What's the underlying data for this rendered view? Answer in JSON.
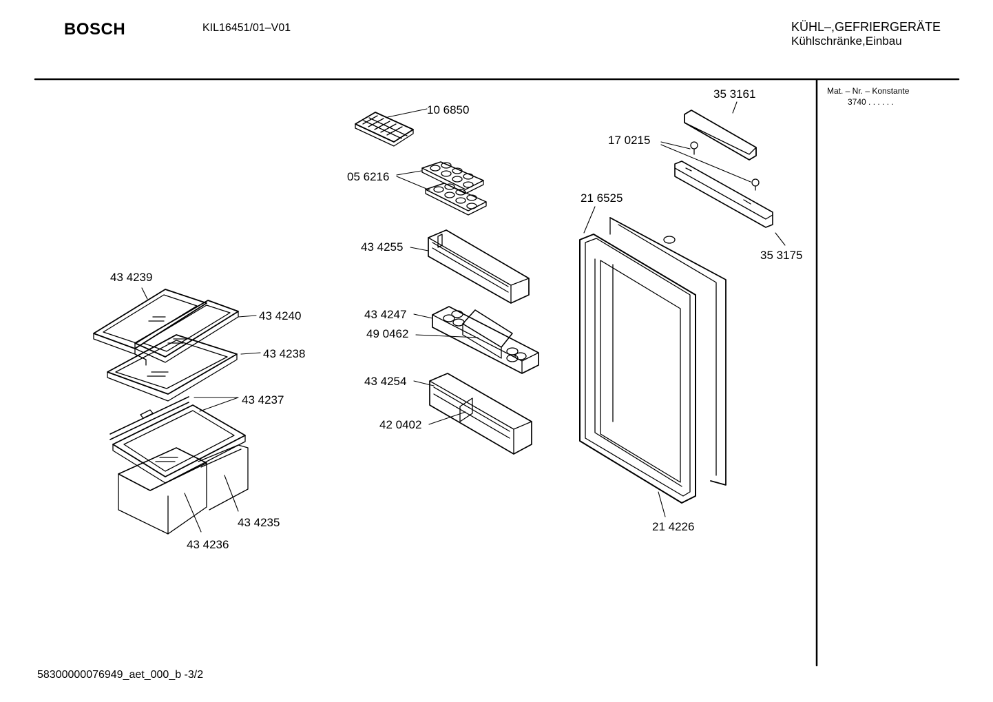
{
  "header": {
    "brand": "BOSCH",
    "model": "KIL16451/01–V01",
    "category_line1": "KÜHL–,GEFRIERGERÄTE",
    "category_line2": "Kühlschränke,Einbau"
  },
  "side_panel": {
    "mat_label": "Mat. – Nr. – Konstante",
    "mat_value": "3740   .   .    .   .   .   ."
  },
  "footer": {
    "document_id": "58300000076949_aet_000_b -3/2"
  },
  "parts": [
    {
      "id": "p-106850",
      "label": "10 6850"
    },
    {
      "id": "p-056216",
      "label": "05 6216"
    },
    {
      "id": "p-434255",
      "label": "43 4255"
    },
    {
      "id": "p-434247",
      "label": "43 4247"
    },
    {
      "id": "p-490462",
      "label": "49 0462"
    },
    {
      "id": "p-434254",
      "label": "43 4254"
    },
    {
      "id": "p-420402",
      "label": "42 0402"
    },
    {
      "id": "p-434239",
      "label": "43 4239"
    },
    {
      "id": "p-434240",
      "label": "43 4240"
    },
    {
      "id": "p-434238",
      "label": "43 4238"
    },
    {
      "id": "p-434237",
      "label": "43 4237"
    },
    {
      "id": "p-434235",
      "label": "43 4235"
    },
    {
      "id": "p-434236",
      "label": "43 4236"
    },
    {
      "id": "p-353161",
      "label": "35 3161"
    },
    {
      "id": "p-170215",
      "label": "17 0215"
    },
    {
      "id": "p-216525",
      "label": "21 6525"
    },
    {
      "id": "p-353175",
      "label": "35 3175"
    },
    {
      "id": "p-214226",
      "label": "21 4226"
    }
  ]
}
